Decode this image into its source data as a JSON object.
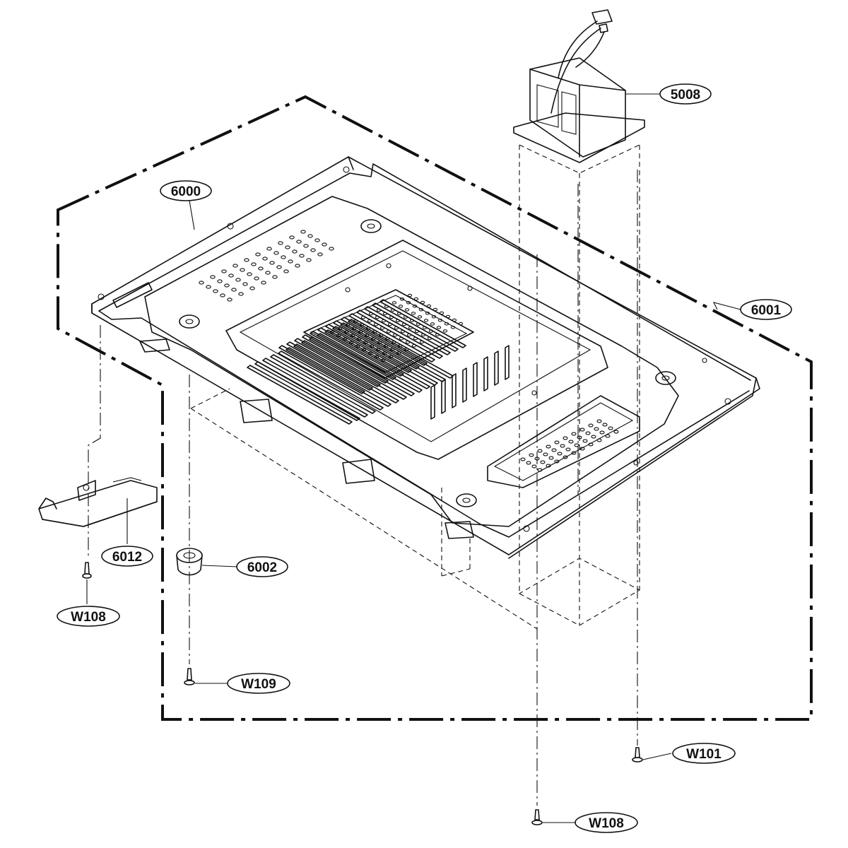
{
  "labels": {
    "p6000": "6000",
    "p6001": "6001",
    "p5008": "5008",
    "p6012": "6012",
    "p6002": "6002",
    "w108_left": "W108",
    "w109": "W109",
    "w101": "W101",
    "w108_bottom": "W108"
  }
}
